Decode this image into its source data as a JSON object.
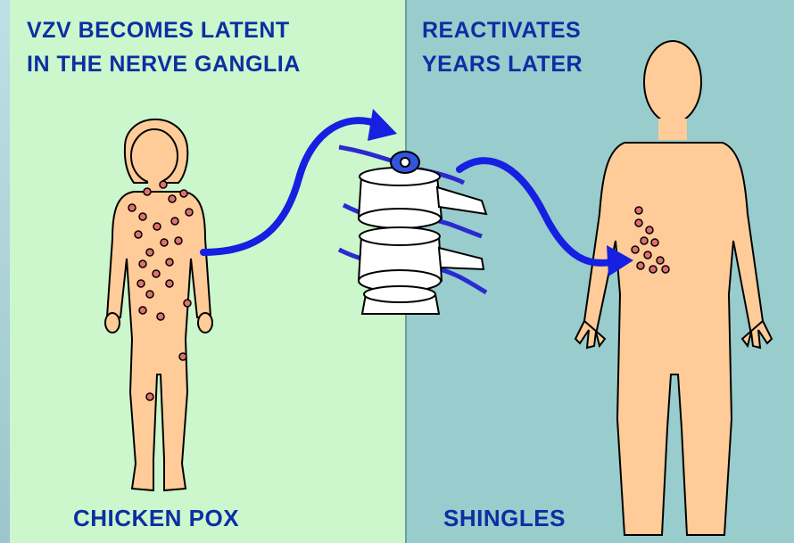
{
  "left_panel": {
    "title_line1": "VZV BECOMES LATENT",
    "title_line2": "IN THE NERVE GANGLIA",
    "caption": "CHICKEN POX",
    "color": "#ccf6cc"
  },
  "right_panel": {
    "title_line1": "REACTIVATES",
    "title_line2": "YEARS LATER",
    "caption": "SHINGLES",
    "color": "#99cccc"
  },
  "colors": {
    "text": "#0b2fa3",
    "arrow": "#1520e0",
    "skin": "#ffcc99",
    "lesion": "#e07070",
    "outline": "#000000",
    "spine": "#ffffff"
  },
  "icons": [
    "child-figure",
    "adult-figure",
    "spinal-ganglion",
    "curved-arrow"
  ]
}
